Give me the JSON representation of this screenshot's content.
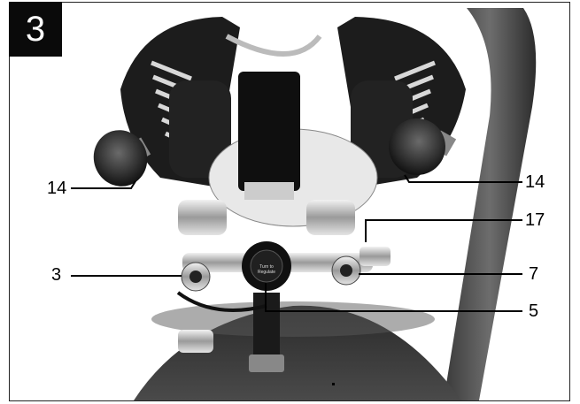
{
  "figure": {
    "number": "3"
  },
  "callouts": {
    "left_gauge": "14",
    "right_gauge": "14",
    "coupler": "17",
    "left_outlet": "3",
    "right_outlet": "7",
    "regulator": "5"
  },
  "regulator_knob_text": "Turn to Regulate",
  "colors": {
    "badge_bg": "#0a0a0a",
    "badge_fg": "#ffffff",
    "leader_line": "#000000"
  }
}
